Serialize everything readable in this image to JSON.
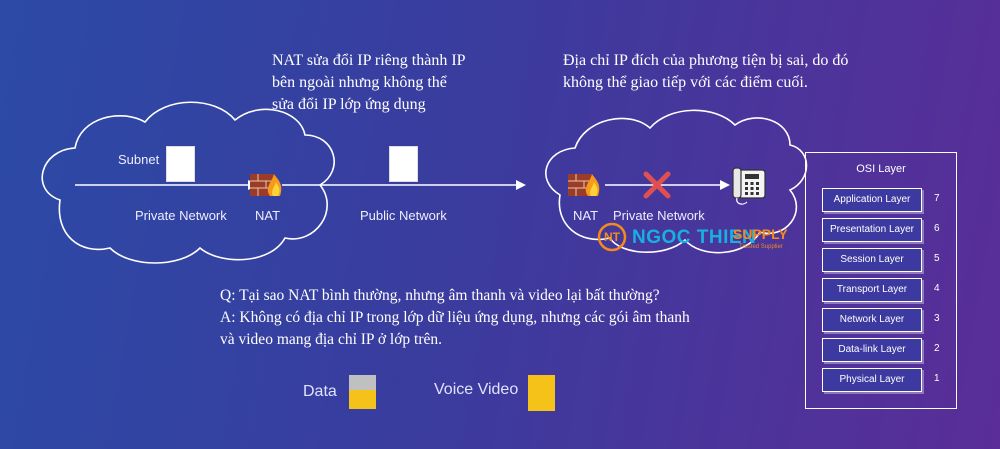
{
  "notes": {
    "nat_note": [
      "NAT sửa đổi IP riêng thành IP",
      "bên ngoài nhưng không thể",
      "sửa đổi IP lớp ứng dụng"
    ],
    "dest_note": [
      "Địa chỉ IP đích của phương tiện bị sai, do đó",
      "không thể giao tiếp với các điểm cuối."
    ]
  },
  "left_cloud": {
    "subnet": "Subnet",
    "private_network": "Private Network",
    "nat": "NAT"
  },
  "public_network": "Public Network",
  "right_cloud": {
    "nat": "NAT",
    "private_network": "Private Network"
  },
  "watermark": {
    "logo_letters": "NT",
    "brand_main": "NGOC THIEN",
    "brand_accent": "SUPPLY",
    "tagline": "Trusted Supplier"
  },
  "qa": {
    "question": "Q: Tại sao NAT bình thường, nhưng âm thanh và video lại bất thường?",
    "answer": [
      "A: Không có địa chỉ IP trong lớp dữ liệu ứng dụng, nhưng các gói âm thanh",
      "và video mang địa chỉ IP ở lớp trên."
    ]
  },
  "legend": {
    "data": "Data",
    "voice_video": "Voice Video",
    "data_top_color": "#c0c0c0",
    "accent_color": "#f5c21a"
  },
  "osi": {
    "title": "OSI Layer",
    "layers": [
      {
        "name": "Application Layer",
        "num": "7"
      },
      {
        "name": "Presentation Layer",
        "num": "6"
      },
      {
        "name": "Session Layer",
        "num": "5"
      },
      {
        "name": "Transport Layer",
        "num": "4"
      },
      {
        "name": "Network Layer",
        "num": "3"
      },
      {
        "name": "Data-link Layer",
        "num": "2"
      },
      {
        "name": "Physical Layer",
        "num": "1"
      }
    ]
  }
}
